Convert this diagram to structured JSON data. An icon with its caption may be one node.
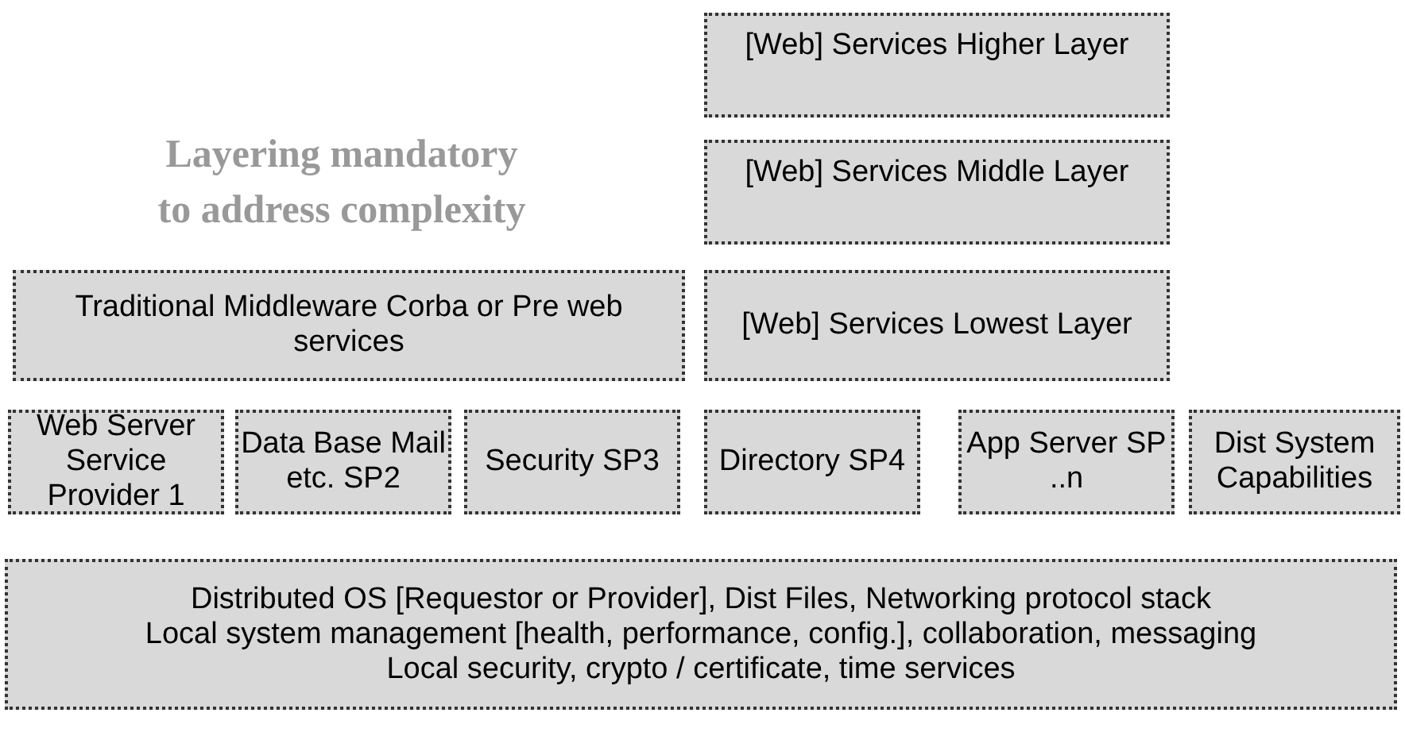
{
  "diagram": {
    "title": "Layering mandatory to address complexity",
    "nodes": [
      {
        "text": [
          "[Web] Services Higher Layer"
        ]
      },
      {
        "text": [
          "[Web] Services Middle Layer"
        ]
      },
      {
        "text": [
          "Traditional Middleware Corba or Pre web services"
        ]
      },
      {
        "text": [
          "[Web] Services Lowest Layer"
        ]
      },
      {
        "text": [
          "Web Server Service Provider 1"
        ]
      },
      {
        "text": [
          "Data Base Mail etc. SP2"
        ]
      },
      {
        "text": [
          "Security SP3"
        ]
      },
      {
        "text": [
          "Directory SP4"
        ]
      },
      {
        "text": [
          "App Server SP ..n"
        ]
      },
      {
        "text": [
          "Dist System Capabilities"
        ]
      },
      {
        "text": [
          "Distributed OS [Requestor or Provider], Dist Files, Networking protocol stack",
          "Local system management [health, performance, config.], collaboration, messaging",
          "Local security, crypto / certificate, time services"
        ]
      }
    ],
    "edges": []
  }
}
